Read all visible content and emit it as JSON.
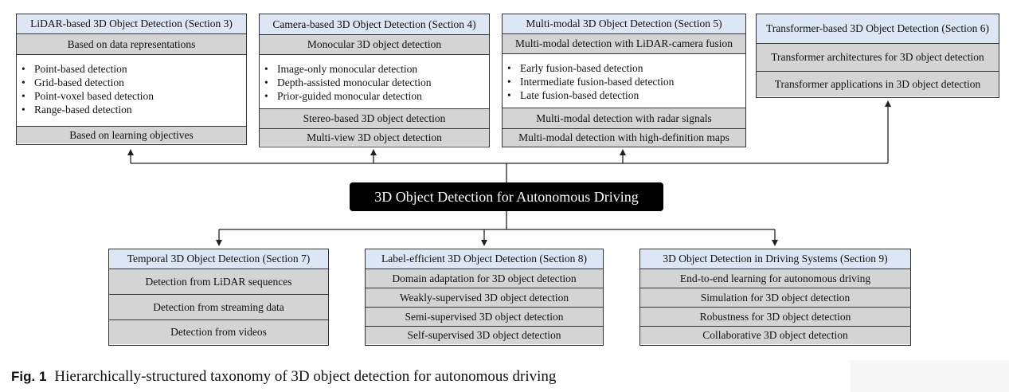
{
  "center": {
    "title": "3D Object Detection for Autonomous Driving"
  },
  "lidar": {
    "title": "LiDAR-based 3D Object Detection (Section 3)",
    "group1": "Based on data representations",
    "bullets": [
      "Point-based detection",
      "Grid-based detection",
      "Point-voxel based detection",
      "Range-based detection"
    ],
    "group2": "Based on learning objectives"
  },
  "camera": {
    "title": "Camera-based 3D Object Detection (Section 4)",
    "group1": "Monocular 3D object detection",
    "bullets": [
      "Image-only monocular detection",
      "Depth-assisted monocular detection",
      "Prior-guided monocular detection"
    ],
    "group2": "Stereo-based 3D object detection",
    "group3": "Multi-view 3D object detection"
  },
  "multimodal": {
    "title": "Multi-modal 3D Object Detection (Section 5)",
    "group1": "Multi-modal detection with LiDAR-camera fusion",
    "bullets": [
      "Early fusion-based detection",
      "Intermediate fusion-based detection",
      "Late fusion-based detection"
    ],
    "group2": "Multi-modal detection with radar signals",
    "group3": "Multi-modal detection with high-definition maps"
  },
  "transformer": {
    "title": "Transformer-based 3D Object Detection (Section 6)",
    "rows": [
      "Transformer architectures for 3D object detection",
      "Transformer applications in 3D object detection"
    ]
  },
  "temporal": {
    "title": "Temporal 3D Object Detection (Section 7)",
    "rows": [
      "Detection from LiDAR sequences",
      "Detection from streaming data",
      "Detection from videos"
    ]
  },
  "label_efficient": {
    "title": "Label-efficient 3D Object Detection (Section 8)",
    "rows": [
      "Domain adaptation for 3D object detection",
      "Weakly-supervised 3D object detection",
      "Semi-supervised 3D object detection",
      "Self-supervised 3D object detection"
    ]
  },
  "driving": {
    "title": "3D Object Detection in Driving Systems (Section 9)",
    "rows": [
      "End-to-end learning for autonomous driving",
      "Simulation for 3D object detection",
      "Robustness for 3D object detection",
      "Collaborative 3D object detection"
    ]
  },
  "caption": {
    "label": "Fig. 1",
    "text": "Hierarchically-structured taxonomy of 3D object detection for autonomous driving"
  },
  "colors": {
    "header_bg": "#dce6f4",
    "row_bg": "#d4d4d4",
    "center_bg": "#000000",
    "border": "#333333"
  }
}
